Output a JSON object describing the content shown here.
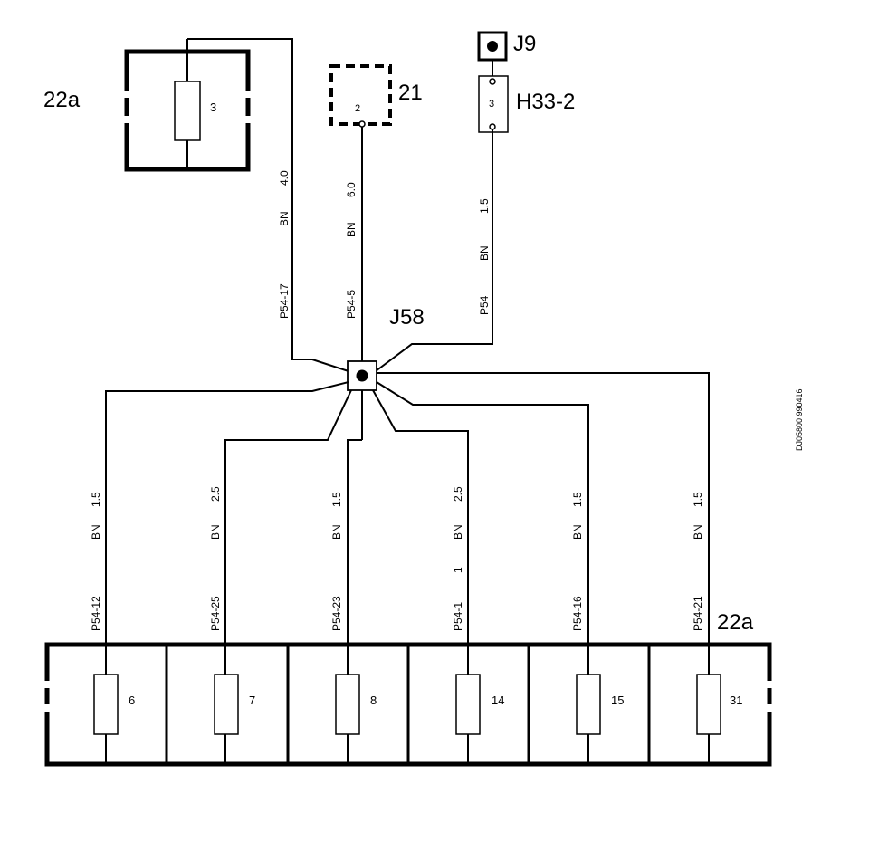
{
  "components": {
    "fusebox_top_label": "22a",
    "fusebox_top_fuse": "3",
    "comp21_label": "21",
    "comp21_pin": "2",
    "j9_label": "J9",
    "h33_label": "H33-2",
    "h33_pin": "3",
    "j58_label": "J58",
    "fusebox_bottom_label": "22a"
  },
  "top_wires": [
    {
      "size": "4.0",
      "color": "BN",
      "id": "P54-17"
    },
    {
      "size": "6.0",
      "color": "BN",
      "id": "P54-5"
    },
    {
      "size": "1.5",
      "color": "BN",
      "id": "P54"
    }
  ],
  "bottom_wires": [
    {
      "size": "1.5",
      "color": "BN",
      "extra": "",
      "id": "P54-12",
      "fuse": "6"
    },
    {
      "size": "2.5",
      "color": "BN",
      "extra": "",
      "id": "P54-25",
      "fuse": "7"
    },
    {
      "size": "1.5",
      "color": "BN",
      "extra": "",
      "id": "P54-23",
      "fuse": "8"
    },
    {
      "size": "2.5",
      "color": "BN",
      "extra": "1",
      "id": "P54-1",
      "fuse": "14"
    },
    {
      "size": "1.5",
      "color": "BN",
      "extra": "",
      "id": "P54-16",
      "fuse": "15"
    },
    {
      "size": "1.5",
      "color": "BN",
      "extra": "",
      "id": "P54-21",
      "fuse": "31"
    }
  ],
  "reference_code": "DJ05800 990416"
}
